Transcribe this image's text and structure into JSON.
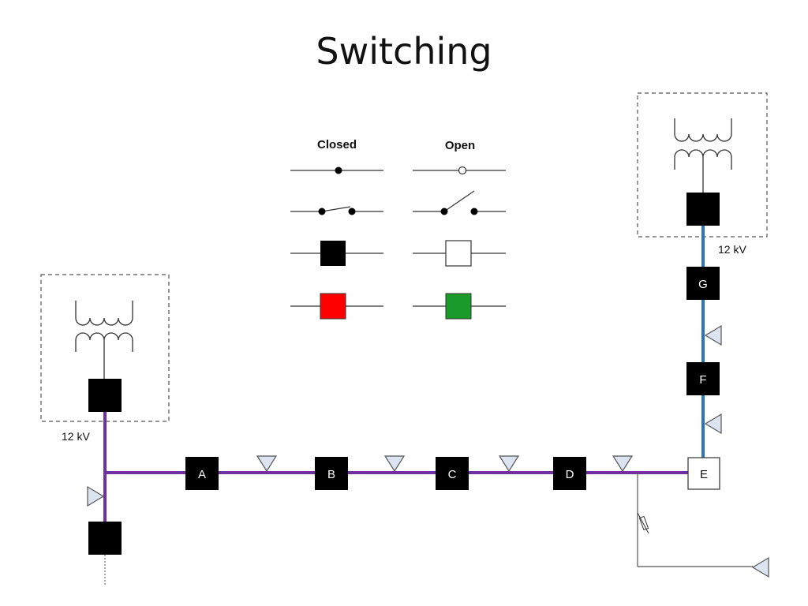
{
  "title": "Switching",
  "legend": {
    "closed_label": "Closed",
    "open_label": "Open"
  },
  "substations": {
    "left_voltage": "12 kV",
    "right_voltage": "12 kV"
  },
  "switches": {
    "a": "A",
    "b": "B",
    "c": "C",
    "d": "D",
    "e": "E",
    "f": "F",
    "g": "G"
  },
  "colors": {
    "feeder_left": "#7030a0",
    "feeder_right": "#2e75b6",
    "closed_fill": "#000000",
    "open_fill": "#ffffff",
    "closed_alt": "#ff0000",
    "open_alt": "#1a9a2a",
    "fault_indicator": "#dbe4f0"
  },
  "icons": {
    "transformer": "transformer-icon",
    "fault_indicator": "fault-indicator-icon",
    "fuse": "fuse-icon"
  }
}
